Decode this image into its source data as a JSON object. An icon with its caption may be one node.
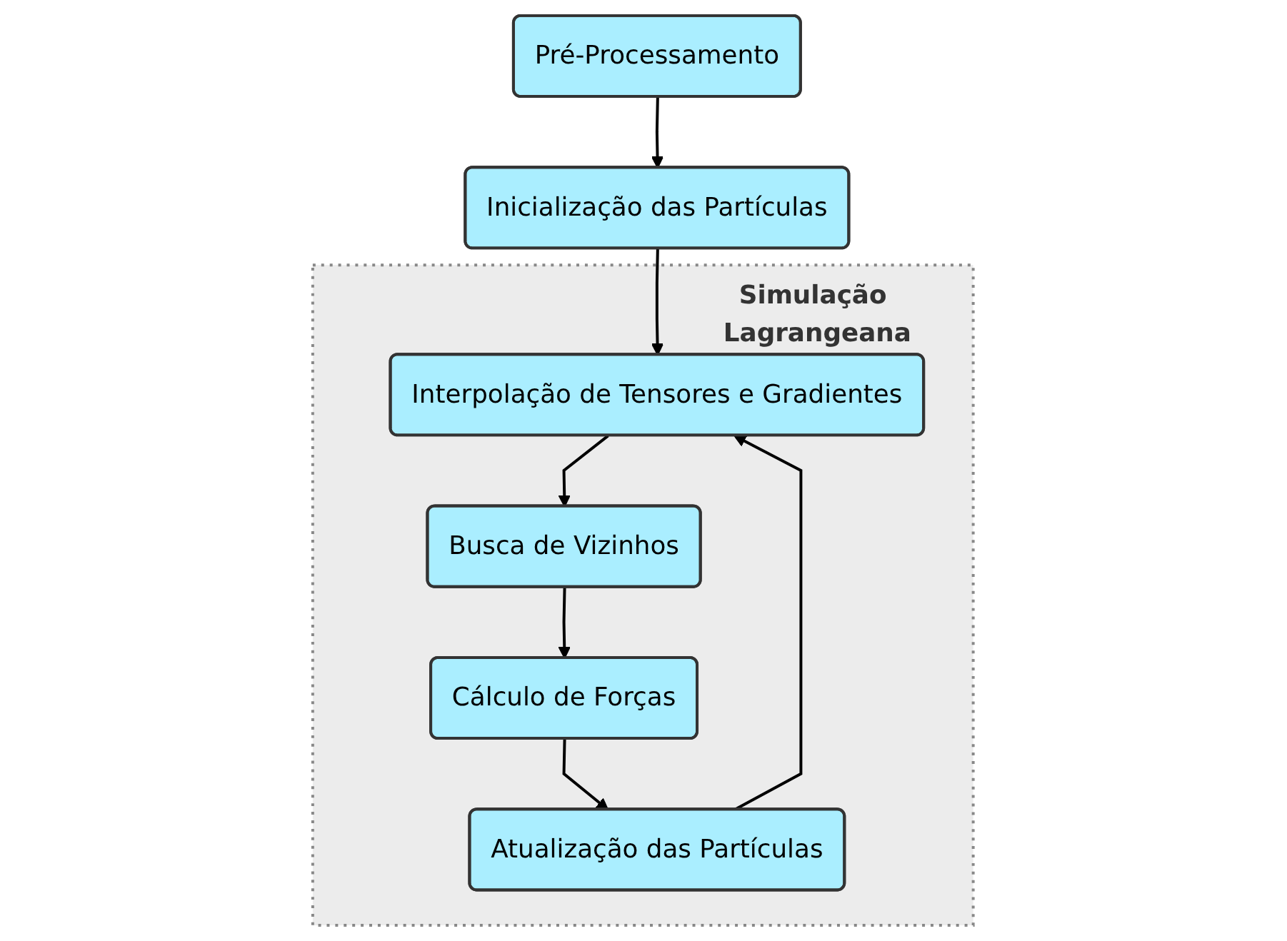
{
  "diagram": {
    "nodes": [
      {
        "text": [
          "Pré-Processamento"
        ]
      },
      {
        "text": [
          "Inicialização das Partículas"
        ]
      },
      {
        "text": [
          "Simulação Lagrangeana"
        ]
      },
      {
        "text": [
          "Interpolação de Tensores e Gradientes"
        ],
        "in": 2
      },
      {
        "text": [
          "Busca de Vizinhos"
        ],
        "in": 2
      },
      {
        "text": [
          "Cálculo de Forças"
        ],
        "in": 2
      },
      {
        "text": [
          "Atualização das Partículas"
        ],
        "in": 2
      }
    ],
    "edges": [
      {
        "from": 0,
        "to": 1,
        "arrow": "to"
      },
      {
        "from": 1,
        "to": 3,
        "arrow": "to"
      },
      {
        "from": 3,
        "to": 4,
        "arrow": "to"
      },
      {
        "from": 4,
        "to": 5,
        "arrow": "to"
      },
      {
        "from": 5,
        "to": 6,
        "arrow": "to"
      },
      {
        "from": 6,
        "to": 3,
        "arrow": "to"
      }
    ]
  }
}
